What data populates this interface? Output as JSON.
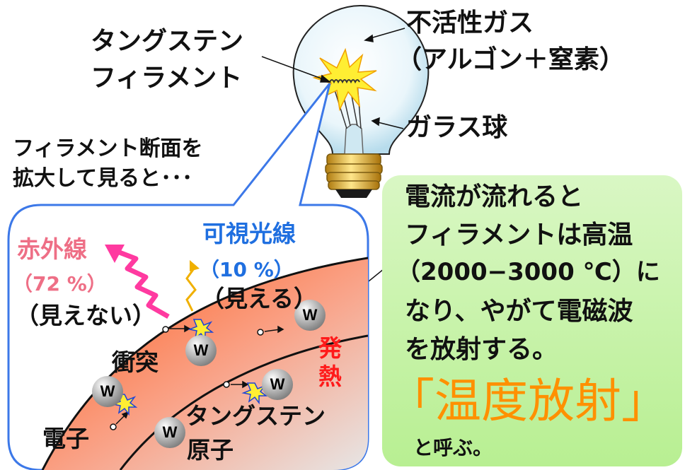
{
  "labels": {
    "tungsten_filament": [
      "タングステン",
      "フィラメント"
    ],
    "inert_gas": [
      "不活性ガス",
      "（アルゴン＋窒素）"
    ],
    "glass_bulb": "ガラス球",
    "enlarge": [
      "フィラメント断面を",
      "拡大して見ると･･･"
    ],
    "explanation": [
      "電流が流れると",
      "フィラメントは高温",
      "（2000−3000 ℃）に",
      "なり、やがて電磁波",
      "を放射する。"
    ],
    "thermal_radiation": "「温度放射」",
    "called": "と呼ぶ。",
    "infrared": "赤外線",
    "infrared_pct": "（72 %）",
    "invisible": "（見えない）",
    "visible_light": "可視光線",
    "visible_pct": "（10 %）",
    "visible": "（見える）",
    "heat": [
      "発",
      "熱"
    ],
    "collision": "衝突",
    "electron": "電子",
    "tungsten_atom": [
      "タングステン",
      "原子"
    ],
    "atom_symbol": "W"
  },
  "colors": {
    "visible_text": "#1f6fe0",
    "infrared_text": "#ee6f86",
    "heat_text": "#ff1a1a",
    "radiation_text": "#ff9000",
    "callout_border": "#3c78e8",
    "explanation_box": "#c8f3a8"
  }
}
